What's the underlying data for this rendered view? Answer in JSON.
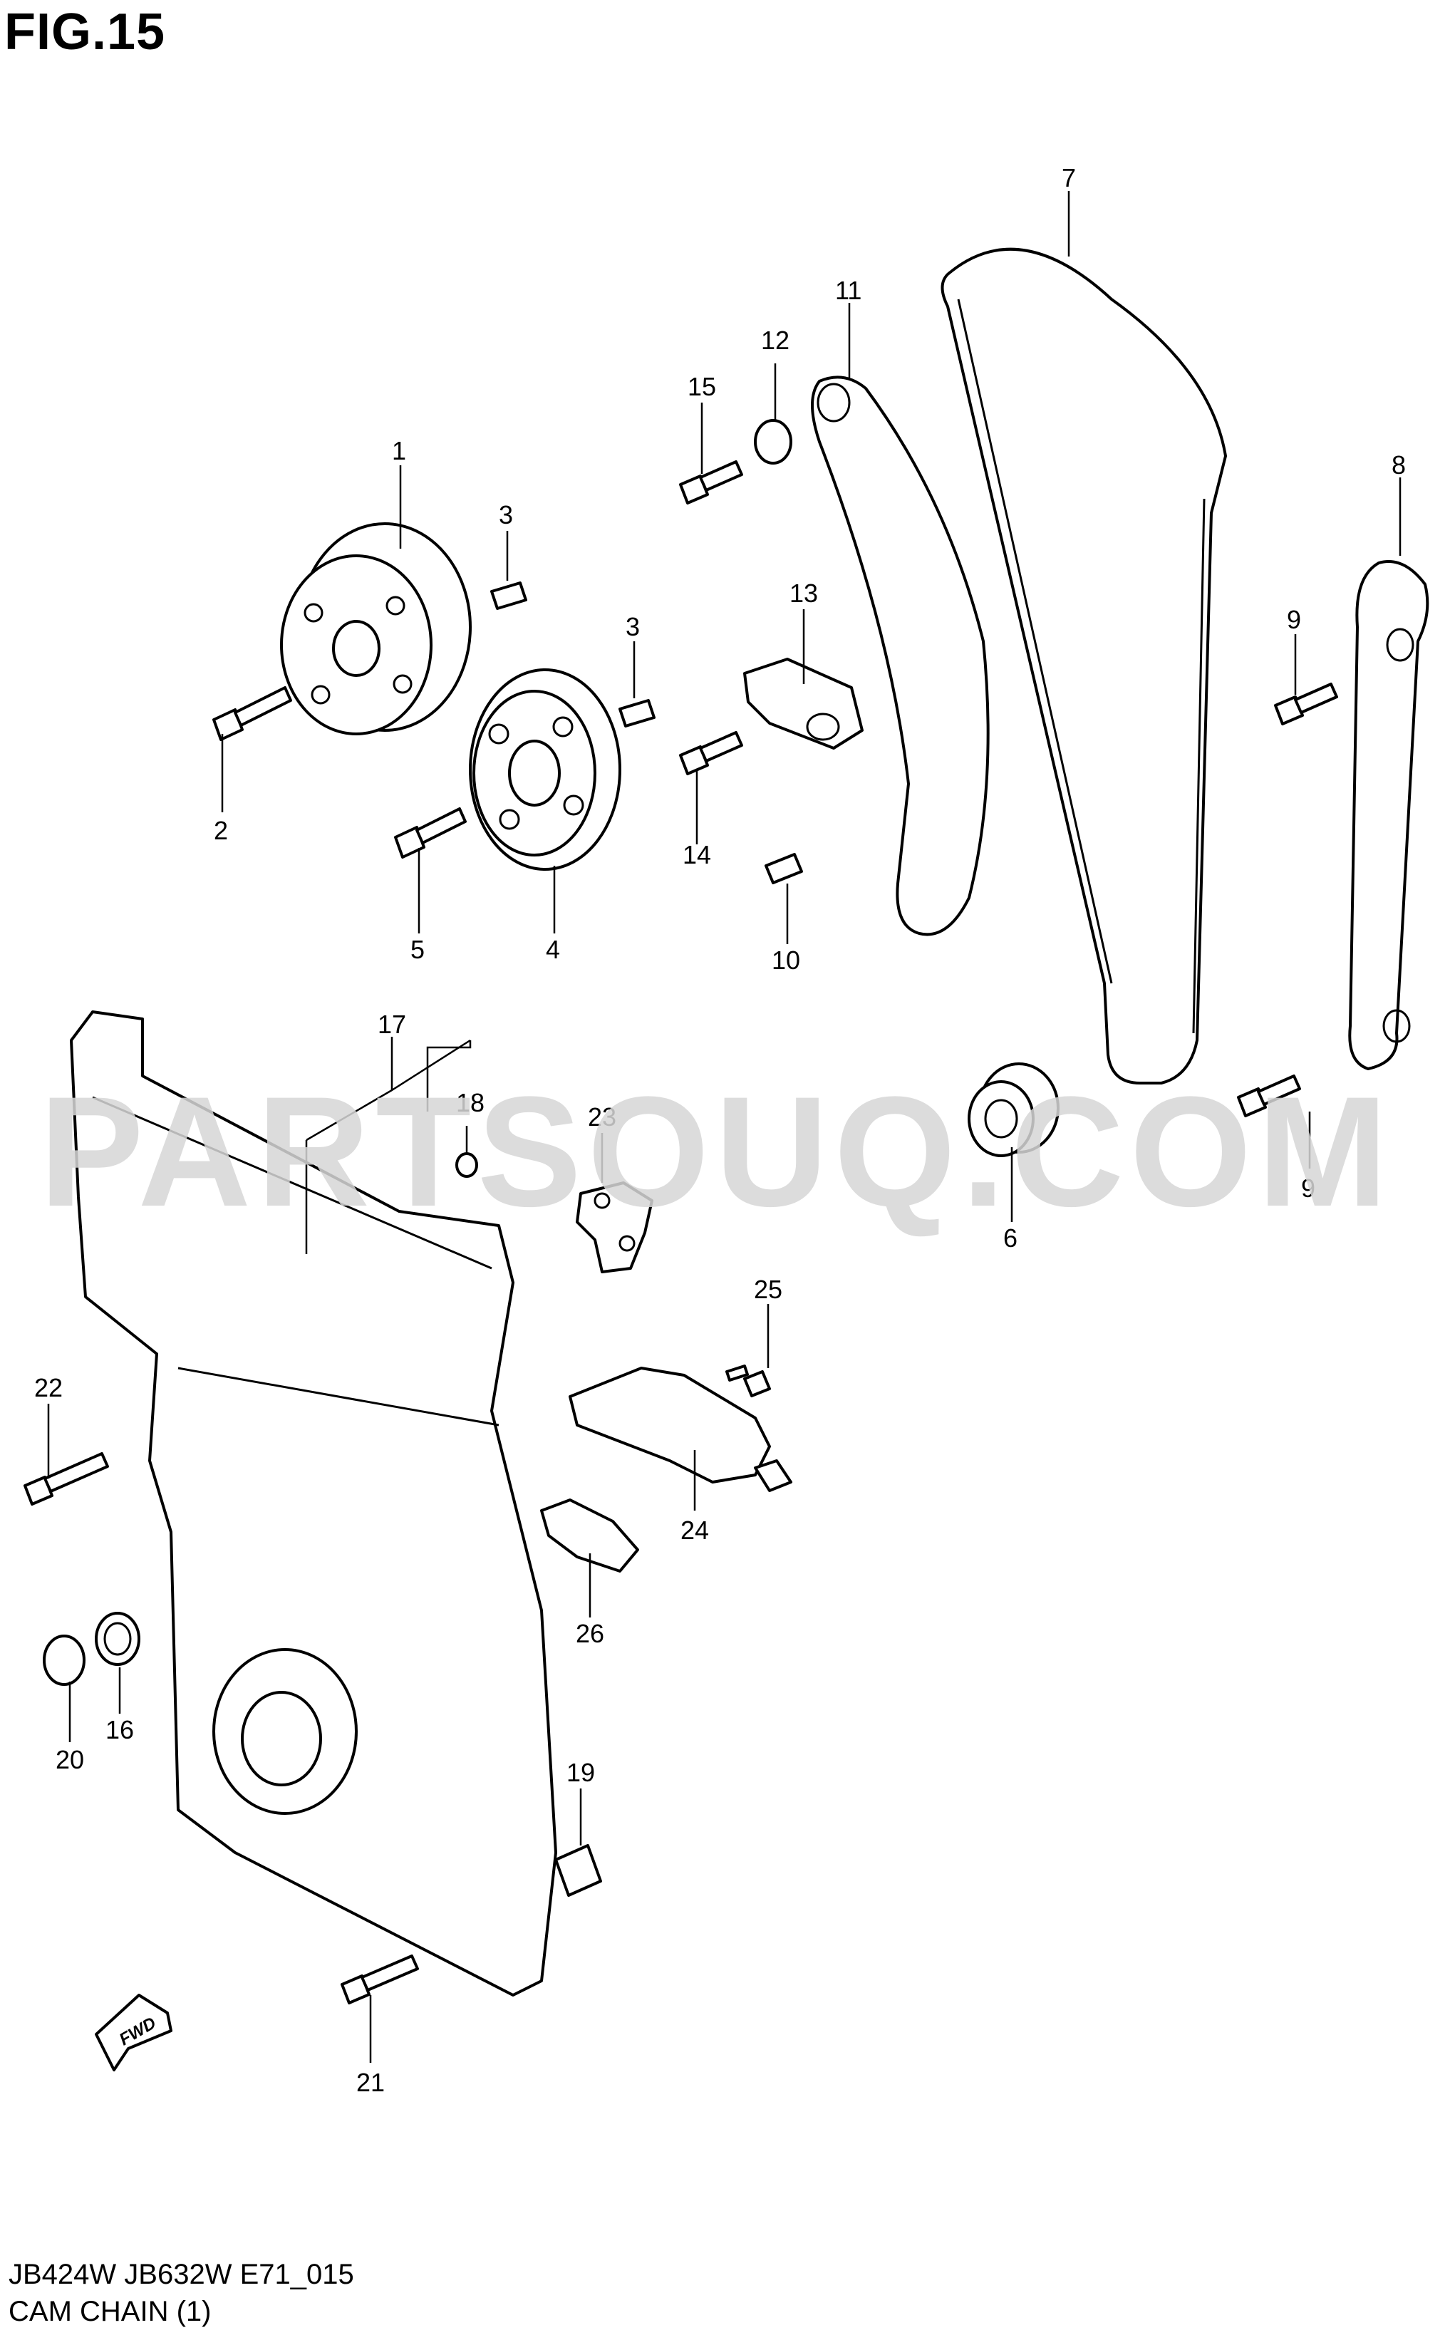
{
  "figure": {
    "title": "FIG.15"
  },
  "watermark": "PARTSOUQ.COM",
  "footer": {
    "model_code": "JB424W JB632W E71_015",
    "caption": "CAM CHAIN (1)"
  },
  "direction_label": "FWD",
  "callouts": [
    "1",
    "2",
    "3",
    "3",
    "4",
    "5",
    "6",
    "7",
    "8",
    "9",
    "9",
    "10",
    "11",
    "12",
    "13",
    "14",
    "15",
    "16",
    "17",
    "18",
    "19",
    "20",
    "21",
    "22",
    "23",
    "24",
    "25",
    "26"
  ]
}
